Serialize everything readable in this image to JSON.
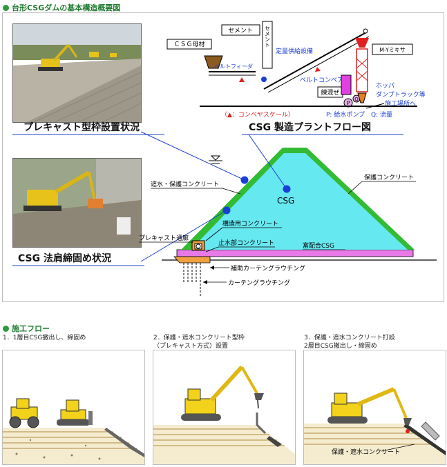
{
  "header1": {
    "title": "台形CSGダムの基本構造概要図"
  },
  "header2": {
    "title": "施工フロー"
  },
  "labels": {
    "precast_setup": "プレキャスト型枠設置状況",
    "csg_plant_flow": "CSG 製造プラントフロー図",
    "csg_compaction": "CSG 法肩締固め状況"
  },
  "plant": {
    "cement": "セメント",
    "cement_silo": "セメント",
    "csg_base": "ＣＳＧ母材",
    "quantitative_feeder": "定量供給設備",
    "belt_feeder": "ベルトフィーダ",
    "belt_conveyor": "ベルトコンベア",
    "mixing": "練混ぜ",
    "mixer": "M-Yミキサ",
    "hopper": "ホッパ",
    "dump_truck": "ダンプトラック等",
    "to_site": "施工場所へ",
    "pump_mark": "P",
    "q_mark": "Q",
    "conveyor_scale": "（▲：コンベヤスケール）",
    "legend": "P: 給水ポンプ　Q: 流量"
  },
  "dam": {
    "csg": "CSG",
    "impervious_protect": "遮水・保護コンクリート",
    "protect_concrete": "保護コンクリート",
    "precast_gallery": "プレキャスト通廊",
    "structural_concrete": "構造用コンクリート",
    "waterstop_concrete": "止水部コンクリート",
    "rich_csg": "富配合CSG",
    "aux_grouting": "補助カーテングラウチング",
    "curtain_grouting": "カーテングラウチング"
  },
  "steps": [
    {
      "caption": "1．1層目CSG撒出し、締固め"
    },
    {
      "caption": "2．保護・遮水コンクリート型枠\n（プレキャスト方式）設置"
    },
    {
      "caption": "3．保護・遮水コンクリート打設\n2層目CSG撒出し・締固め"
    }
  ],
  "step3_label": "保護・遮水コンクリート",
  "colors": {
    "dam_fill": "#66e8f0",
    "dam_outline": "#33bb33",
    "rich_csg": "#e87ae8",
    "foundation": "#f0a040",
    "callout_dot": "#1a3fd6",
    "machine_yellow": "#f2d21a",
    "header_green": "#1f7a2e",
    "plant_blue": "#1a3fd6"
  }
}
